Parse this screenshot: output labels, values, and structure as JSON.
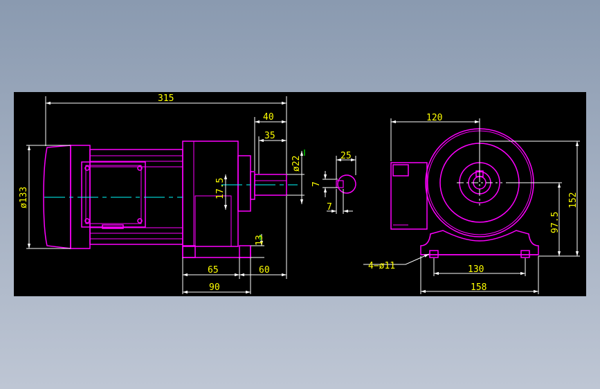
{
  "colors": {
    "background": "#8a9ab0",
    "canvas": "#000000",
    "outline": "#ff00ff",
    "dimension_text": "#ffff00",
    "dimension_line": "#ffffff",
    "centerline": "#00ffff",
    "highlight": "#00ff00"
  },
  "side_view": {
    "dims": {
      "overall_length": "315",
      "shaft_length": "40",
      "key_length": "35",
      "shaft_diameter": "ø22",
      "shaft_height": "17.5",
      "motor_diameter": "ø133",
      "foot_height": "13",
      "foot_spacing": "65",
      "foot_offset": "60",
      "base_length": "90"
    }
  },
  "shaft_section": {
    "dims": {
      "width": "25",
      "key_height": "7",
      "key_width": "7"
    }
  },
  "end_view": {
    "dims": {
      "center_offset": "120",
      "overall_height": "152",
      "center_height": "97.5",
      "mount_holes": "4−ø11",
      "hole_spacing": "130",
      "base_width": "158"
    }
  }
}
